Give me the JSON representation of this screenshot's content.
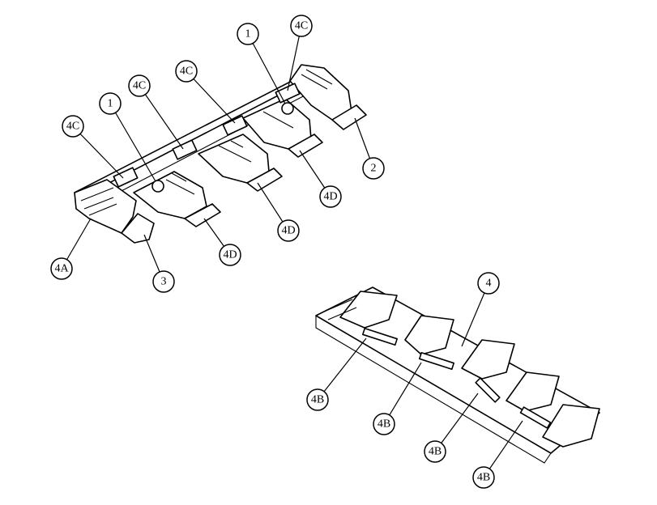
{
  "diagram": {
    "callouts": {
      "c1a": "1",
      "c4ca": "4C",
      "c1b": "1",
      "c4cb": "4C",
      "c4cc": "4C",
      "c4cd": "4C",
      "c2": "2",
      "c4da": "4D",
      "c4db": "4D",
      "c4dc": "4D",
      "c3": "3",
      "c4a": "4A",
      "c4": "4",
      "c4ba": "4B",
      "c4bb": "4B",
      "c4bc": "4B",
      "c4bd": "4B"
    }
  }
}
